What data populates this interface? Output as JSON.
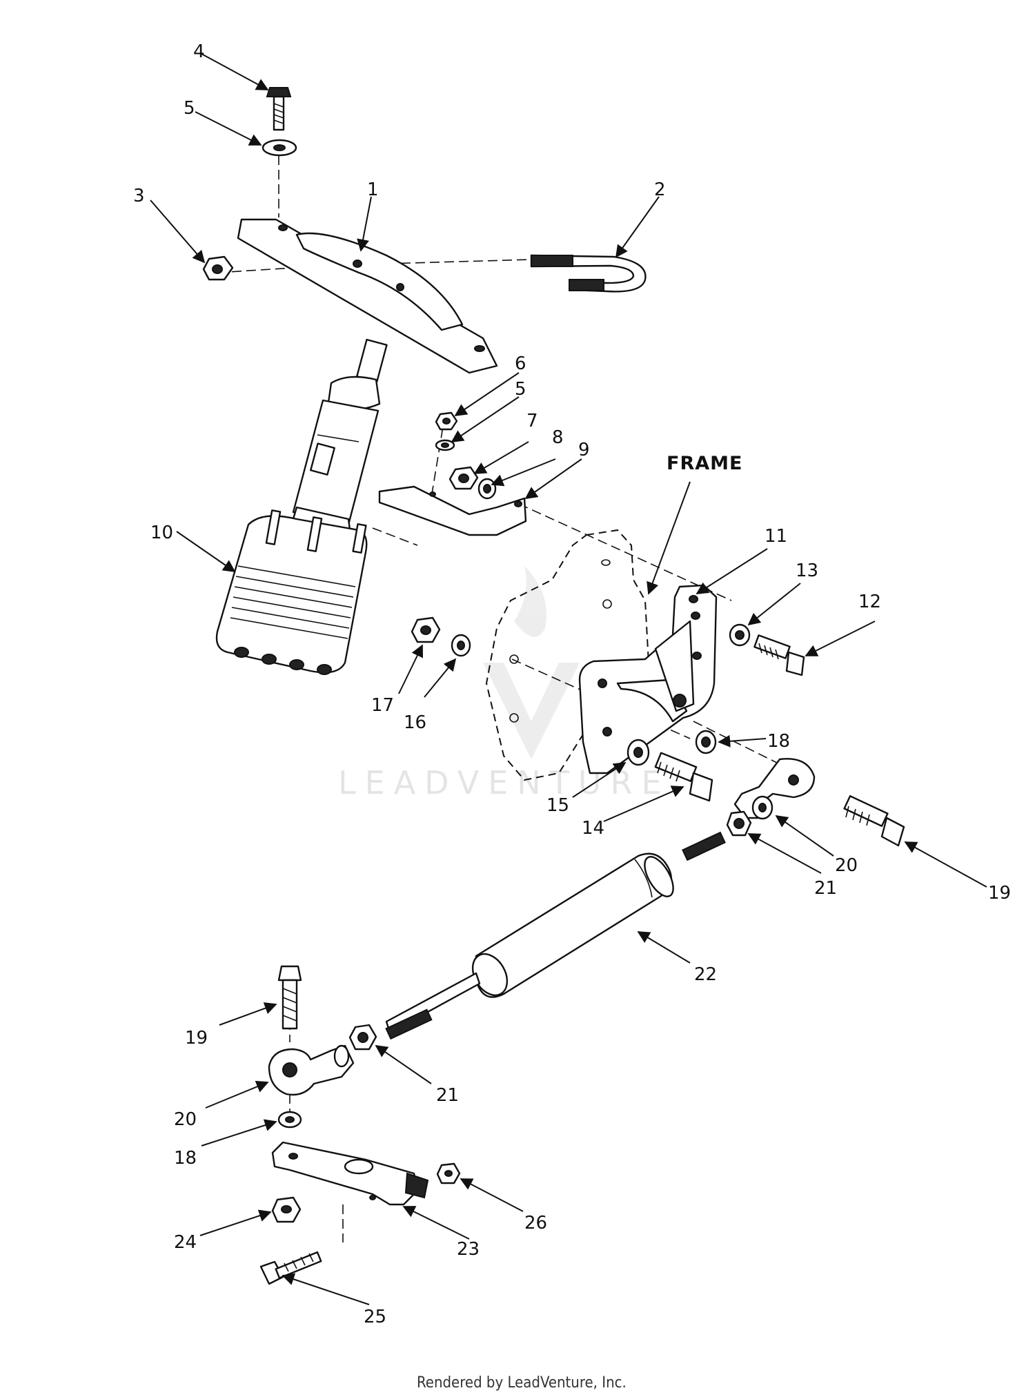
{
  "labels": {
    "p1": "1",
    "p2": "2",
    "p3": "3",
    "p4": "4",
    "p5a": "5",
    "p5b": "5",
    "p6": "6",
    "p7": "7",
    "p8": "8",
    "p9": "9",
    "p10": "10",
    "p11": "11",
    "p12": "12",
    "p13": "13",
    "p14": "14",
    "p15": "15",
    "p16": "16",
    "p17": "17",
    "p18a": "18",
    "p18b": "18",
    "p19a": "19",
    "p19b": "19",
    "p20a": "20",
    "p20b": "20",
    "p21a": "21",
    "p21b": "21",
    "p22": "22",
    "p23": "23",
    "p24": "24",
    "p25": "25",
    "p26": "26",
    "frame": "FRAME"
  },
  "watermark": "LEADVENTURE",
  "footer": "Rendered by LeadVenture, Inc."
}
